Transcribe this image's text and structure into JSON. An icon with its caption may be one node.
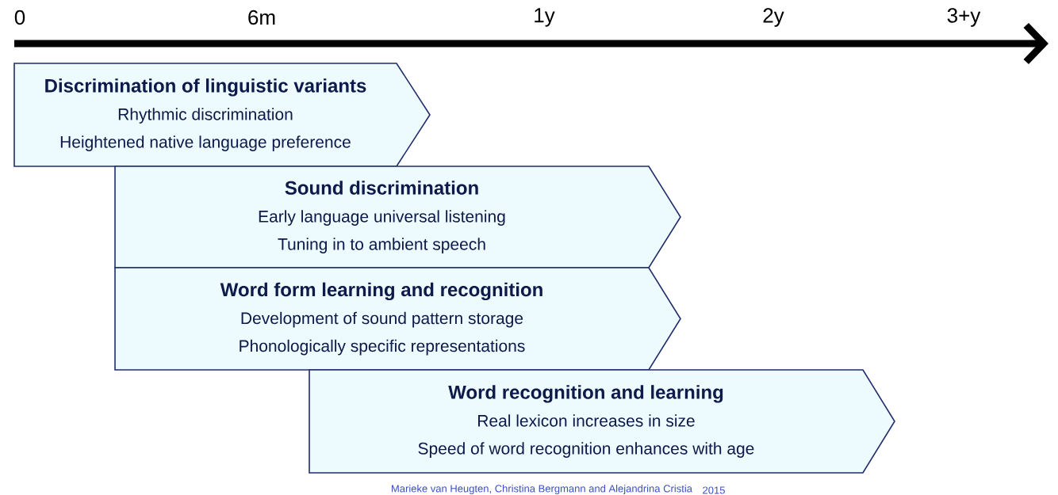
{
  "diagram": {
    "nodes": [
      {
        "text": [
          "Discrimination of linguistic variants",
          "Rhythmic discrimination",
          "Heightened native language preference"
        ]
      },
      {
        "text": [
          "Sound discrimination",
          "Early language universal listening",
          "Tuning in to ambient speech"
        ]
      },
      {
        "text": [
          "Word form learning and recognition",
          "Development of sound pattern storage",
          "Phonologically specific representations"
        ]
      },
      {
        "text": [
          "Word recognition and learning",
          "Real lexicon increases in size",
          "Speed of word recognition enhances with age"
        ]
      }
    ],
    "labels": [
      "0",
      "6m",
      "1y",
      "2y",
      "3+y",
      "Marieke van Heugten, Christina Bergmann and Alejandrina Cristia",
      "2015"
    ]
  }
}
